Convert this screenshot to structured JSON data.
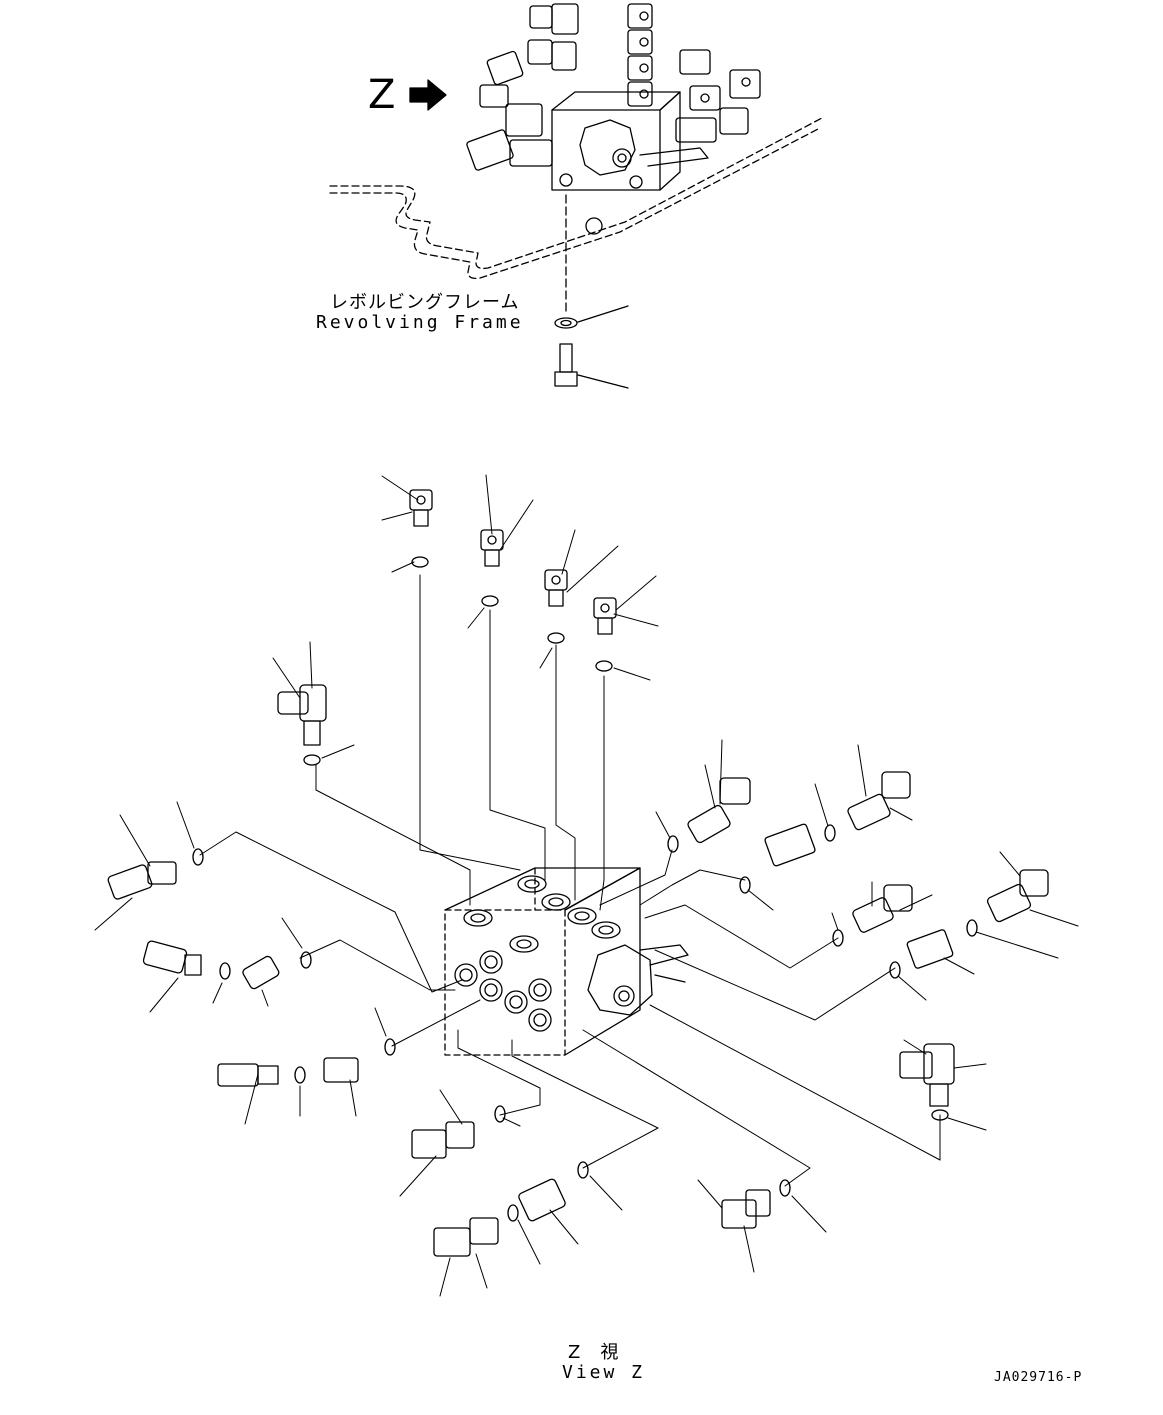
{
  "labels": {
    "view_marker": "Z",
    "frame_jp": "レボルビングフレーム",
    "frame_en": "Revolving Frame",
    "view_jp": "Z　視",
    "view_en": "View Z",
    "drawing_no": "JA029716-P"
  },
  "colors": {
    "ink": "#000000",
    "paper": "#ffffff"
  },
  "icons": [
    "arrow-right-icon"
  ]
}
